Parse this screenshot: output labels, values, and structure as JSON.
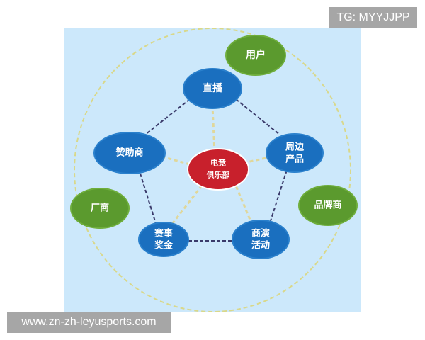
{
  "watermarks": {
    "top_right": "TG: MYYJJPP",
    "bottom_left": "www.zn-zh-leyusports.com"
  },
  "diagram": {
    "colors": {
      "background": "#cce8fb",
      "blue_node": "#1a6fbf",
      "green_node": "#5b9a2e",
      "red_node": "#c8202c",
      "ring": "#d9d88a",
      "dashed_link": "#3a3a6a"
    },
    "center": {
      "line1": "电竞",
      "line2": "俱乐部"
    },
    "inner_nodes": [
      {
        "id": "live",
        "line1": "直播",
        "line2": ""
      },
      {
        "id": "merch",
        "line1": "周边",
        "line2": "产品"
      },
      {
        "id": "commercial",
        "line1": "商演",
        "line2": "活动"
      },
      {
        "id": "prize",
        "line1": "赛事",
        "line2": "奖金"
      },
      {
        "id": "sponsor",
        "line1": "赞助商",
        "line2": ""
      }
    ],
    "outer_nodes": [
      {
        "id": "users",
        "label": "用户"
      },
      {
        "id": "brands",
        "label": "品牌商"
      },
      {
        "id": "manufacturers",
        "label": "厂商"
      }
    ]
  }
}
